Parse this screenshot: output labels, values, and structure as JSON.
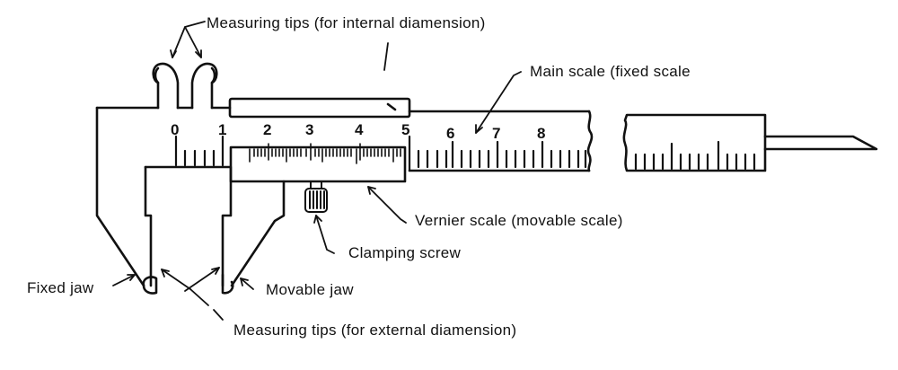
{
  "diagram": {
    "subject": "Vernier caliper",
    "labels": {
      "internal_tips": "Measuring tips (for internal diamension)",
      "main_scale": "Main scale (fixed scale",
      "vernier_scale": "Vernier scale  (movable scale)",
      "clamping_screw": "Clamping screw",
      "fixed_jaw": "Fixed jaw",
      "movable_jaw": "Movable jaw",
      "external_tips": "Measuring tips (for external diamension)"
    },
    "main_scale_numbers": [
      "0",
      "1",
      "2",
      "3",
      "4",
      "5",
      "6",
      "7",
      "8"
    ],
    "colors": {
      "ink": "#111111",
      "background": "#ffffff"
    }
  }
}
